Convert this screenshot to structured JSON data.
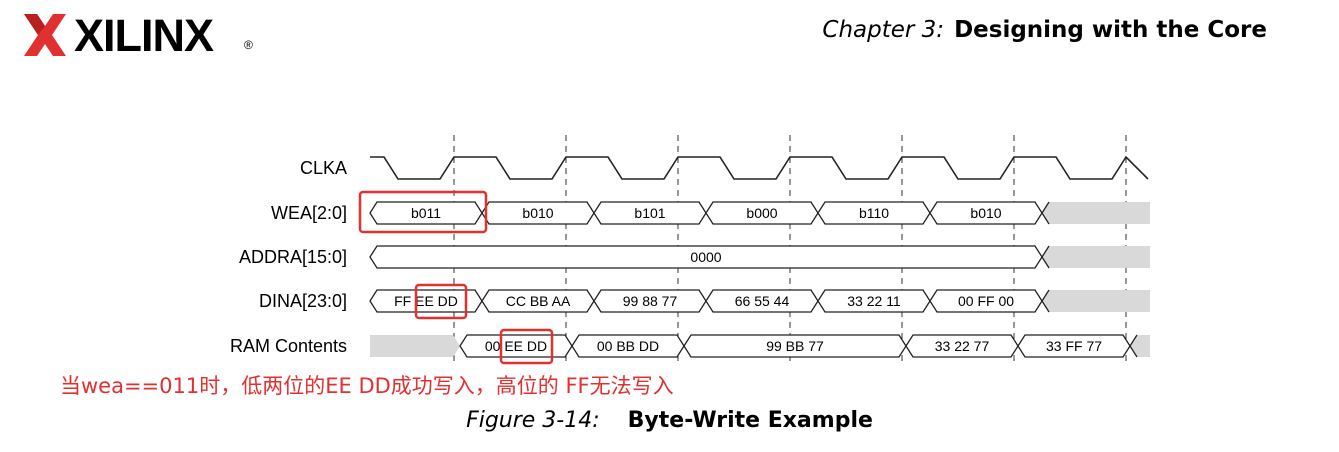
{
  "header": {
    "logo_text": "XILINX",
    "logo_mark": "®",
    "chapter_label": "Chapter 3:",
    "chapter_title": "Designing with the Core"
  },
  "signals": [
    {
      "label": "CLKA",
      "kind": "clock"
    },
    {
      "label": "WEA[2:0]",
      "kind": "bus",
      "segments": [
        "b011",
        "b010",
        "b101",
        "b000",
        "b110",
        "b010",
        ""
      ],
      "shaded_last": true
    },
    {
      "label": "ADDRA[15:0]",
      "kind": "bus",
      "segments": [
        "0000",
        ""
      ],
      "shaded_last": true
    },
    {
      "label": "DINA[23:0]",
      "kind": "bus",
      "segments": [
        "FF EE DD",
        "CC BB AA",
        "99 88 77",
        "66 55 44",
        "33 22 11",
        "00 FF 00",
        ""
      ],
      "shaded_last": true
    },
    {
      "label": "RAM Contents",
      "kind": "bus",
      "segments": [
        "",
        "00 EE DD",
        "00 BB DD",
        "99 BB 77",
        "33 22 77",
        "33 FF 77",
        ""
      ],
      "shaded_first": true,
      "shaded_last": true
    }
  ],
  "highlight_color": "#e0302f",
  "annotation": "当wea==011时，低两位的EE DD成功写入，高位的 FF无法写入",
  "caption": {
    "number": "Figure 3-14:",
    "title": "Byte-Write Example"
  }
}
